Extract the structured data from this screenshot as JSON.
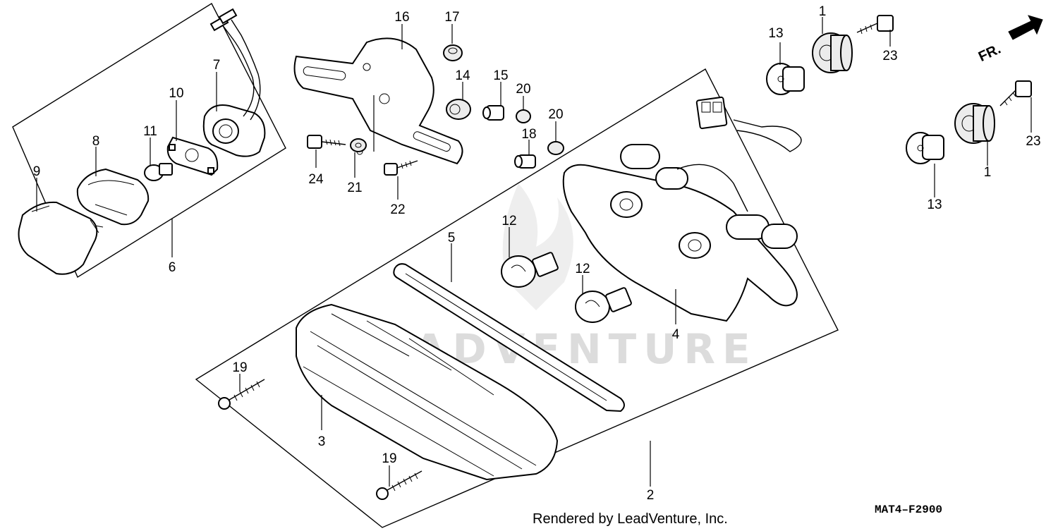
{
  "callouts": {
    "c1a": "1",
    "c1b": "1",
    "c2": "2",
    "c3": "3",
    "c4": "4",
    "c5": "5",
    "c6": "6",
    "c7": "7",
    "c8": "8",
    "c9": "9",
    "c10": "10",
    "c11": "11",
    "c12a": "12",
    "c12b": "12",
    "c13a": "13",
    "c13b": "13",
    "c14": "14",
    "c15": "15",
    "c16": "16",
    "c17": "17",
    "c18": "18",
    "c19a": "19",
    "c19b": "19",
    "c20a": "20",
    "c20b": "20",
    "c21": "21",
    "c22": "22",
    "c23a": "23",
    "c23b": "23",
    "c24": "24"
  },
  "direction_label": "FR.",
  "watermark": "LEADVENTURE",
  "footer": {
    "rendered_by": "Rendered by LeadVenture, Inc."
  },
  "diagram_code": "MAT4–F2900"
}
